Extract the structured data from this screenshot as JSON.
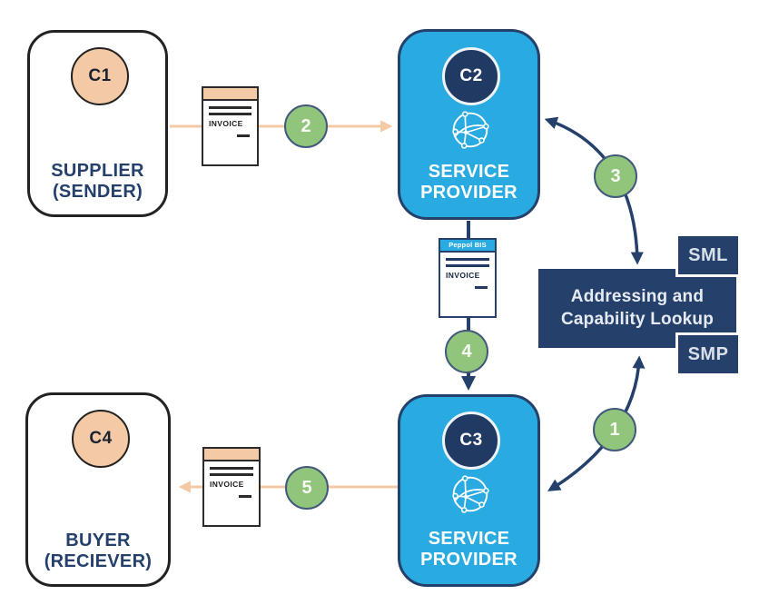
{
  "colors": {
    "provider_blue": "#29ABE2",
    "navy": "#24406B",
    "badge_navy": "#203A63",
    "peach": "#F4C9A5",
    "step_green": "#92C57C",
    "box_border_black": "#222222",
    "white": "#FFFFFF"
  },
  "corners": {
    "c1": {
      "id": "C1",
      "line1": "SUPPLIER",
      "line2": "(SENDER)"
    },
    "c2": {
      "id": "C2",
      "line1": "SERVICE",
      "line2": "PROVIDER"
    },
    "c3": {
      "id": "C3",
      "line1": "SERVICE",
      "line2": "PROVIDER"
    },
    "c4": {
      "id": "C4",
      "line1": "BUYER",
      "line2": "(RECIEVER)"
    }
  },
  "documents": {
    "outbound_invoice": {
      "label": "INVOICE"
    },
    "peppol_invoice": {
      "header": "Peppol BIS",
      "label": "INVOICE"
    },
    "inbound_invoice": {
      "label": "INVOICE"
    }
  },
  "lookup": {
    "line1": "Addressing and",
    "line2": "Capability Lookup",
    "sml": "SML",
    "smp": "SMP"
  },
  "steps": {
    "s1": "1",
    "s2": "2",
    "s3": "3",
    "s4": "4",
    "s5": "5"
  }
}
